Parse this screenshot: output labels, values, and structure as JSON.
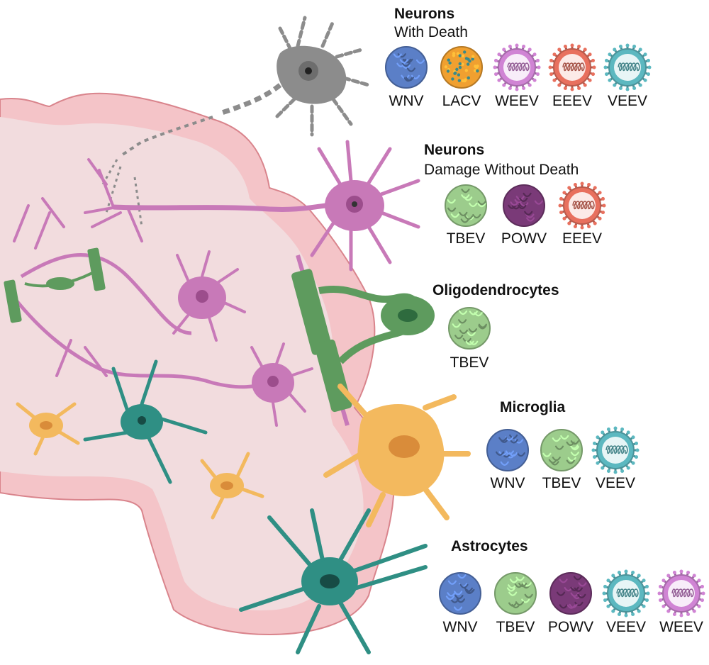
{
  "colors": {
    "tissue_outer": "#f4c4c8",
    "tissue_inner": "#f2dcde",
    "tissue_edge": "#d9848c",
    "neuron_magenta": "#c879b8",
    "neuron_magenta_dark": "#9c4d8c",
    "neuron_dead": "#8c8c8c",
    "oligo_green": "#5e9b5e",
    "astro_teal": "#2f8f84",
    "micro_orange": "#f3b95e",
    "WNV": "#5b7fc7",
    "LACV": "#f0a030",
    "WEEV": "#d084d4",
    "EEEV": "#e8705e",
    "VEEV": "#5cb8c0",
    "TBEV": "#9ccc8c",
    "POWV": "#7a3a78"
  },
  "groups": [
    {
      "id": "neurons-death",
      "title": "Neurons",
      "subtitle": "With Death",
      "viruses": [
        {
          "name": "WNV",
          "pattern": "spiky"
        },
        {
          "name": "LACV",
          "pattern": "dotted"
        },
        {
          "name": "WEEV",
          "pattern": "coil"
        },
        {
          "name": "EEEV",
          "pattern": "coil"
        },
        {
          "name": "VEEV",
          "pattern": "coil"
        }
      ]
    },
    {
      "id": "neurons-damage",
      "title": "Neurons",
      "subtitle": "Damage Without Death",
      "viruses": [
        {
          "name": "TBEV",
          "pattern": "spiky"
        },
        {
          "name": "POWV",
          "pattern": "spiky"
        },
        {
          "name": "EEEV",
          "pattern": "coil"
        }
      ]
    },
    {
      "id": "oligodendrocytes",
      "title": "Oligodendrocytes",
      "subtitle": "",
      "viruses": [
        {
          "name": "TBEV",
          "pattern": "spiky"
        }
      ]
    },
    {
      "id": "microglia",
      "title": "Microglia",
      "subtitle": "",
      "viruses": [
        {
          "name": "WNV",
          "pattern": "spiky"
        },
        {
          "name": "TBEV",
          "pattern": "spiky"
        },
        {
          "name": "VEEV",
          "pattern": "coil"
        }
      ]
    },
    {
      "id": "astrocytes",
      "title": "Astrocytes",
      "subtitle": "",
      "viruses": [
        {
          "name": "WNV",
          "pattern": "spiky"
        },
        {
          "name": "TBEV",
          "pattern": "spiky"
        },
        {
          "name": "POWV",
          "pattern": "spiky"
        },
        {
          "name": "VEEV",
          "pattern": "coil"
        },
        {
          "name": "WEEV",
          "pattern": "coil"
        }
      ]
    }
  ]
}
